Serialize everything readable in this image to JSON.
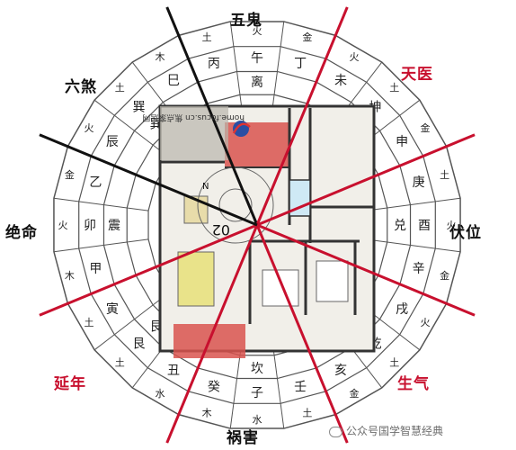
{
  "diagram": {
    "directions": [
      {
        "id": "north",
        "text": "五鬼",
        "color": "#111111"
      },
      {
        "id": "northeast",
        "text": "天医",
        "color": "#c8102e"
      },
      {
        "id": "east",
        "text": "伏位",
        "color": "#111111"
      },
      {
        "id": "southeast",
        "text": "生气",
        "color": "#c8102e"
      },
      {
        "id": "south",
        "text": "祸害",
        "color": "#111111"
      },
      {
        "id": "southwest",
        "text": "延年",
        "color": "#c8102e"
      },
      {
        "id": "west",
        "text": "绝命",
        "color": "#111111"
      },
      {
        "id": "northwest",
        "text": "六煞",
        "color": "#111111"
      }
    ],
    "outer_ring": [
      "火",
      "金",
      "火",
      "土",
      "金",
      "土",
      "火",
      "金",
      "火",
      "土",
      "金",
      "土",
      "水",
      "木",
      "水",
      "土",
      "土",
      "木",
      "火",
      "金",
      "火",
      "土",
      "木",
      "土"
    ],
    "middle_ring": [
      "午",
      "丁",
      "未",
      "坤",
      "申",
      "庚",
      "酉",
      "辛",
      "戌",
      "乾",
      "亥",
      "壬",
      "子",
      "癸",
      "丑",
      "艮",
      "寅",
      "甲",
      "卯",
      "乙",
      "辰",
      "巽",
      "巳",
      "丙"
    ],
    "inner_ring": [
      "离",
      "坤",
      "兑",
      "乾",
      "坎",
      "艮",
      "震",
      "巽"
    ],
    "plan_labels": {
      "center_number": "02",
      "compass": "N"
    },
    "brand_text": "home.focus.cn 焦点家居网",
    "watermark": "公众号国学智慧经典"
  },
  "colors": {
    "line_red": "#c8102e",
    "line_black": "#111111",
    "ring_stroke": "#555555",
    "plan_wall": "#333333",
    "room_red": "#d9534f",
    "floor": "#f1efe9"
  }
}
